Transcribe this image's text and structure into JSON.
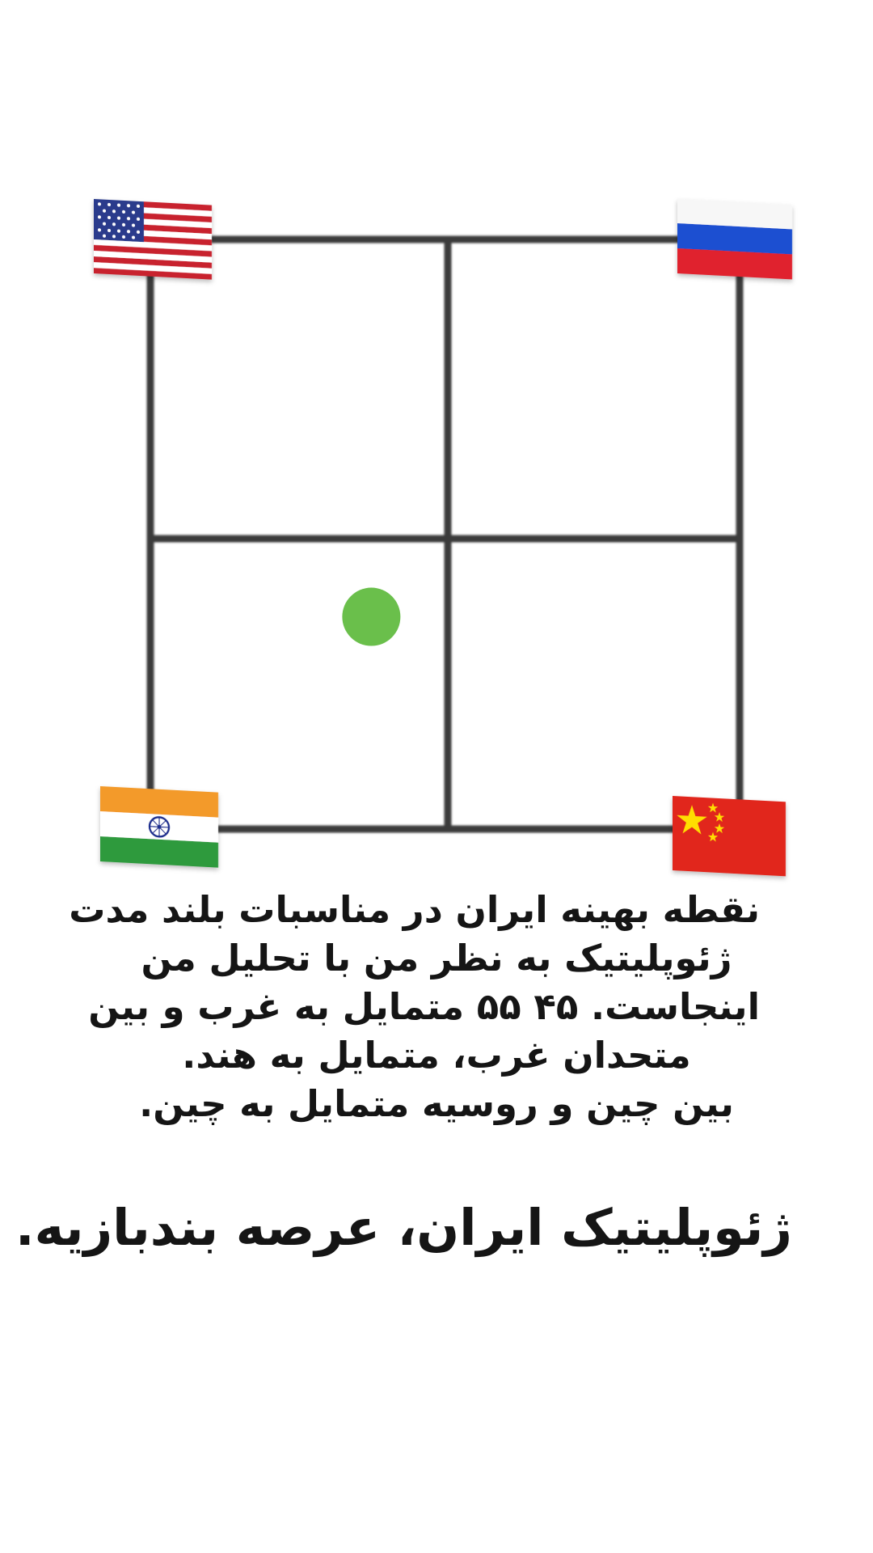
{
  "diagram": {
    "grid_cols": 2,
    "grid_rows": 2,
    "corners": {
      "top_left": {
        "flag": "usa-flag",
        "country": "United States"
      },
      "top_right": {
        "flag": "russia-flag",
        "country": "Russia"
      },
      "bottom_left": {
        "flag": "india-flag",
        "country": "India"
      },
      "bottom_right": {
        "flag": "china-flag",
        "country": "China"
      }
    },
    "optimal_point": {
      "fraction_from_left": 0.375,
      "fraction_from_top": 0.64,
      "color": "#6abf4b"
    },
    "line_color": "#3a3a3a"
  },
  "caption": {
    "lines": [
      "نقطه بهینه ایران در مناسبات بلند مدت",
      "ژئوپلیتیک به نظر من با تحلیل من",
      "اینجاست. ۴۵ ۵۵ متمایل به غرب و بین",
      "متحدان غرب، متمایل به هند.",
      "بین چین و روسیه متمایل به چین."
    ],
    "tagline": "ژئوپلیتیک ایران، عرصه بندبازیه."
  }
}
